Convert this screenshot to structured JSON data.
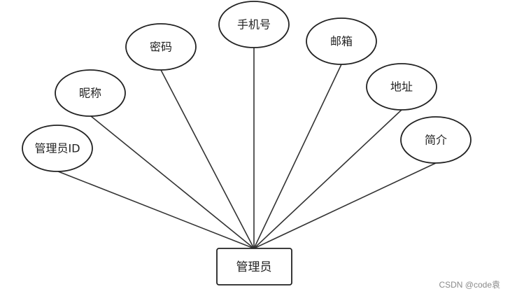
{
  "entity": {
    "label": "管理员"
  },
  "attributes": [
    {
      "key": "admin-id",
      "label": "管理员ID"
    },
    {
      "key": "nickname",
      "label": "昵称"
    },
    {
      "key": "password",
      "label": "密码"
    },
    {
      "key": "phone",
      "label": "手机号"
    },
    {
      "key": "email",
      "label": "邮箱"
    },
    {
      "key": "address",
      "label": "地址"
    },
    {
      "key": "intro",
      "label": "简介"
    }
  ],
  "watermark": "CSDN @code袁"
}
